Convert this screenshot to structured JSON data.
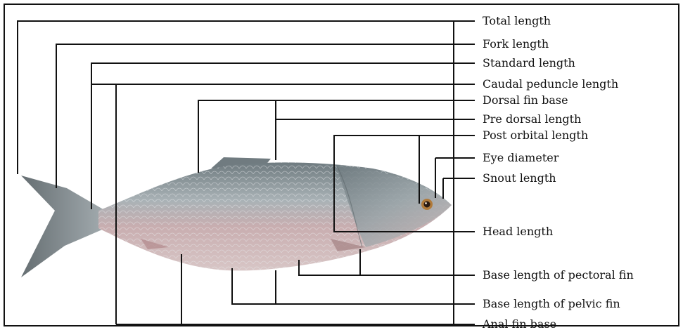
{
  "labels": {
    "total_length": "Total length",
    "fork_length": "Fork length",
    "standard_length": "Standard length",
    "caudal_peduncle_length": "Caudal peduncle length",
    "dorsal_fin_base": "Dorsal fin base",
    "pre_dorsal_length": "Pre dorsal length",
    "post_orbital_length": "Post orbital length",
    "eye_diameter": "Eye diameter",
    "snout_length": "Snout length",
    "head_length": "Head length",
    "base_length_pectoral_fin": "Base length of pectoral fin",
    "base_length_pelvic_fin": "Base length of pelvic fin",
    "anal_fin_base": "Anal fin base"
  },
  "colors": {
    "line": "#111111",
    "fish_back": "#7f8b90",
    "fish_belly": "#c9a7a8",
    "fish_highlight": "#d9dde0",
    "eye_ring": "#b07a3a"
  },
  "icons": {
    "fish": "hilsa-fish-illustration"
  }
}
